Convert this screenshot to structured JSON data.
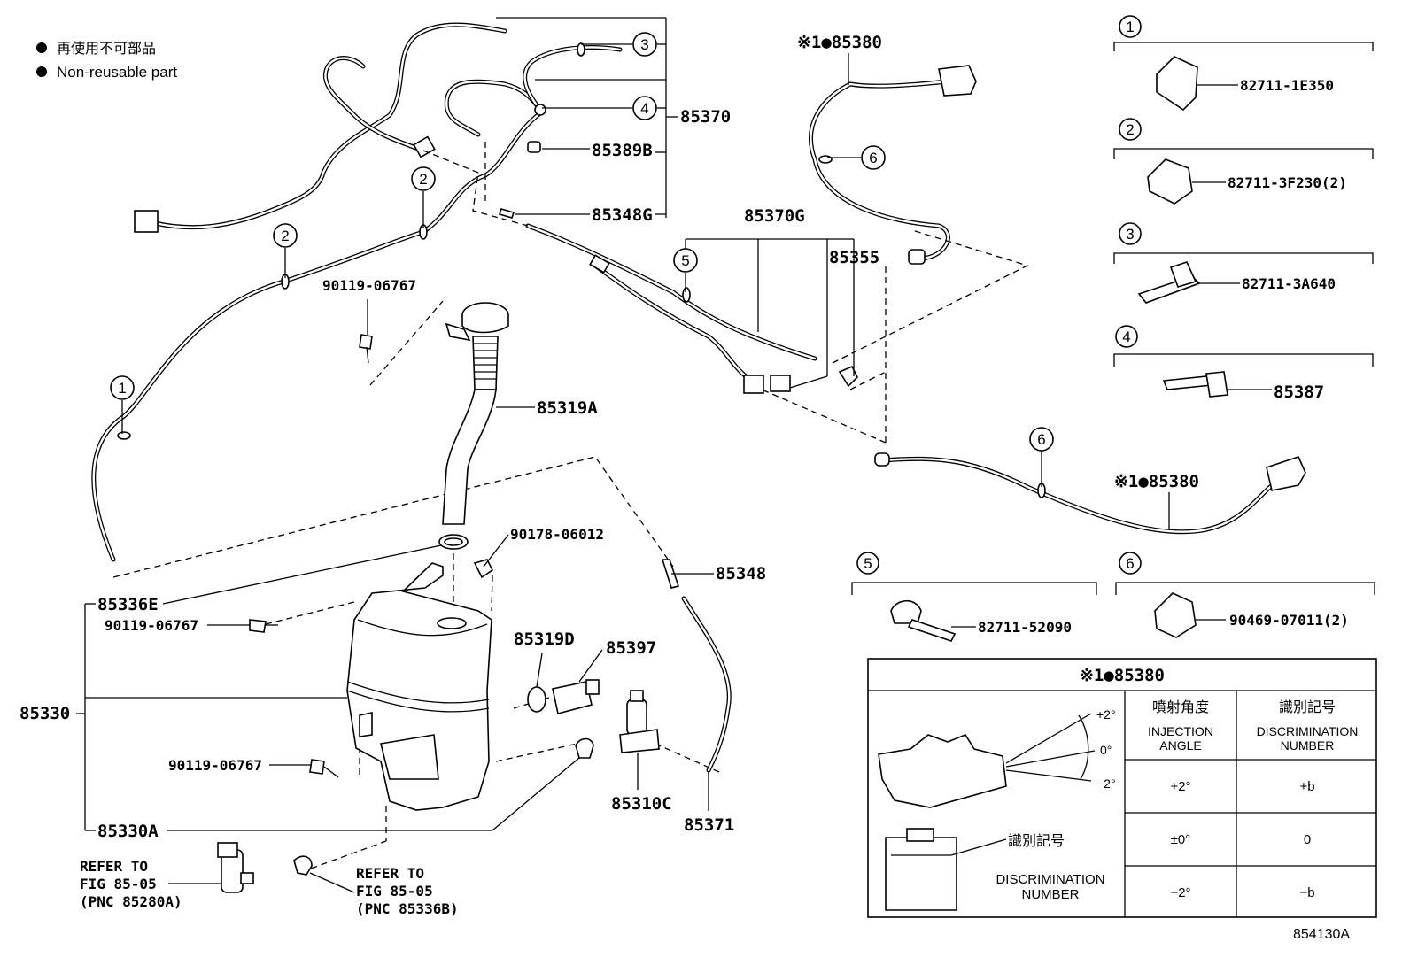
{
  "legend": {
    "bullet": "●",
    "line_jp": "再使用不可部品",
    "line_en": "Non-reusable part"
  },
  "callouts": [
    "1",
    "2",
    "3",
    "4",
    "5",
    "6"
  ],
  "part_numbers": {
    "p85370": "85370",
    "p85389B": "85389B",
    "p85348G": "85348G",
    "p85370G": "85370G",
    "p85355": "85355",
    "p85380_top": "※1●85380",
    "p85380_right": "※1●85380",
    "p90119_top": "90119-06767",
    "p85319A": "85319A",
    "p90178": "90178-06012",
    "p85348": "85348",
    "p85336E": "85336E",
    "p90119_mid": "90119-06767",
    "p85319D": "85319D",
    "p85397": "85397",
    "p85330": "85330",
    "p90119_low": "90119-06767",
    "p85310C": "85310C",
    "p85371": "85371",
    "p85330A": "85330A",
    "refer_left": [
      "REFER TO",
      "FIG 85-05",
      "(PNC 85280A)"
    ],
    "refer_right": [
      "REFER TO",
      "FIG 85-05",
      "(PNC 85336B)"
    ]
  },
  "clip_panels": [
    {
      "index": "1",
      "part": "82711-1E350"
    },
    {
      "index": "2",
      "part": "82711-3F230(2)"
    },
    {
      "index": "3",
      "part": "82711-3A640"
    },
    {
      "index": "4",
      "part": "85387"
    },
    {
      "index": "5",
      "part": "82711-52090"
    },
    {
      "index": "6",
      "part": "90469-07011(2)"
    }
  ],
  "nozzle_table": {
    "title": "※1●85380",
    "angle_marks": [
      "+2°",
      "0°",
      "−2°"
    ],
    "disc_label_jp": "識別記号",
    "disc_label_en": "DISCRIMINATION\nNUMBER",
    "columns": [
      {
        "jp": "噴射角度",
        "en": "INJECTION\nANGLE"
      },
      {
        "jp": "識別記号",
        "en": "DISCRIMINATION\nNUMBER"
      }
    ],
    "rows": [
      {
        "angle": "+2°",
        "number": "+b"
      },
      {
        "angle": "±0°",
        "number": "0"
      },
      {
        "angle": "−2°",
        "number": "−b"
      }
    ]
  },
  "figure_id": "854130A"
}
